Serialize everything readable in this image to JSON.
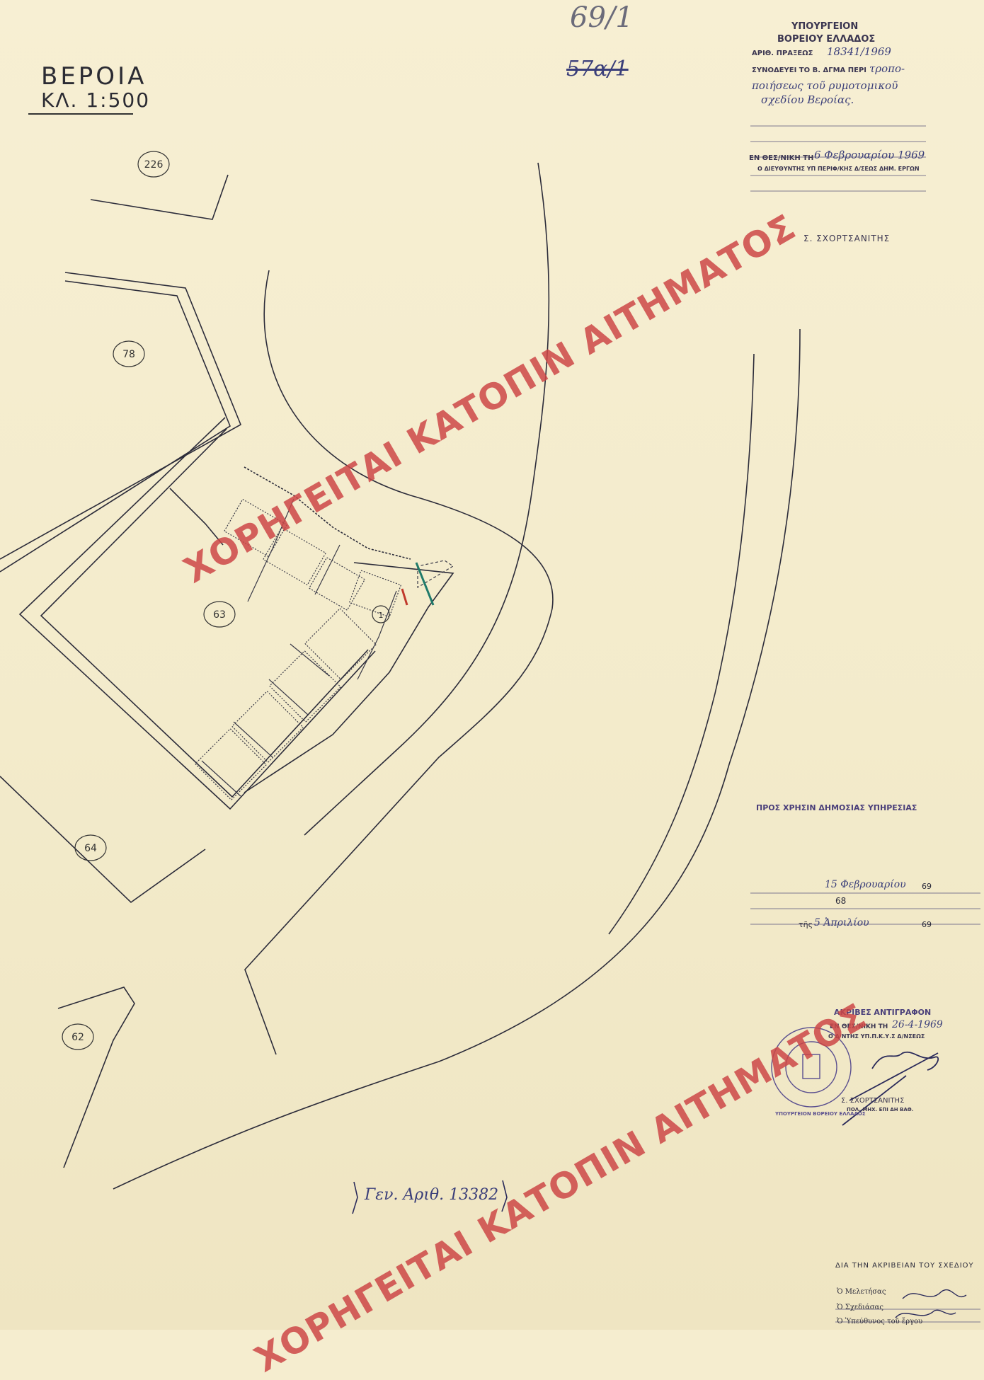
{
  "map": {
    "city": "ΒΕΡΟΙΑ",
    "scale": "ΚΛ. 1:500",
    "handwritten_ref": "69/1",
    "handwritten_ref_struck": "57α/1",
    "parcel_labels": [
      "226",
      "78",
      "63",
      "64",
      "62",
      "1"
    ]
  },
  "header_stamp": {
    "ministry_line1": "ΥΠΟΥΡΓΕΙΟΝ",
    "ministry_line2": "ΒΟΡΕΙΟΥ ΕΛΛΑΔΟΣ",
    "protocol_label": "ΑΡΙΘ. ΠΡΑΞΕΩΣ",
    "protocol_number": "18341/1969",
    "accompanies_label": "ΣΥΝΟΔΕΥΕΙ ΤΟ Β. ΔΓΜΑ ΠΕΡΙ",
    "accompanies_text1": "τροπο-",
    "accompanies_text2": "ποιήσεως τοῦ ρυμοτομικοῦ",
    "accompanies_text3": "σχεδίου Βεροίας.",
    "place_date_label": "ΕΝ ΘΕΣ/ΝΙΚΗ ΤΗ",
    "place_date_value": "6 Φεβρουαρίου 1969",
    "director_label": "Ο ΔΙΕΥΘΥΝΤΗΣ ΥΠ ΠΕΡΙΦ/ΚΗΣ Δ/ΣΕΩΣ ΔΗΜ. ΕΡΓΩΝ",
    "signatory": "Σ. ΣΧΟΡΤΣΑΝΙΤΗΣ"
  },
  "public_use": {
    "heading": "ΠΡΟΣ ΧΡΗΣΙΝ ΔΗΜΟΣΙΑΣ ΥΠΗΡΕΣΙΑΣ",
    "line1_date": "15 Φεβρουαρίου",
    "line1_year": "69",
    "line2_value": "68",
    "line3_prefix": "τῆς",
    "line3_date": "5 Ἀπριλίου",
    "line3_year": "69"
  },
  "copy_stamp": {
    "heading": "ΑΚΡΙΒΕΣ ΑΝΤΙΓΡΑΦΟΝ",
    "date_label": "ΕΝ ΘΕΣ/ΝΙΚΗ ΤΗ",
    "date_value": "26-4-1969",
    "role_label": "Ο Δ/ΝΤΗΣ ΥΠ.Π.Κ.Υ.Σ Δ/ΝΣΕΩΣ",
    "signatory": "Σ. ΣΧΟΡΤΣΑΝΙΤΗΣ",
    "signatory_sub": "ΠΟΛ. ΜΗΧ. ΕΠΙ ΔΗ ΒΑΘ.",
    "seal_text": "ΥΠΟΥΡΓΕΙΟΝ ΒΟΡΕΙΟΥ ΕΛΛΑΔΟΣ"
  },
  "footer": {
    "gen_number": "Γεν. Αριθ. 13382",
    "accuracy_heading": "ΔΙΑ ΤΗΝ ΑΚΡΙΒΕΙΑΝ ΤΟΥ ΣΧΕΔΙΟΥ",
    "designer_label": "Ὁ Μελετήσας",
    "drafter_label": "Ὁ Σχεδιάσας",
    "responsible_label": "Ὁ Ὑπεύθυνος τοῦ ἔργου"
  },
  "watermark": {
    "text": "ΧΟΡΗΓΕΙΤΑΙ ΚΑΤΟΠΙΝ ΑΙΤΗΜΑΤΟΣ",
    "color": "#cd4646"
  },
  "colors": {
    "paper": "#f5edcf",
    "ink": "#2a2a3a",
    "stamp_ink": "#4a3f7a",
    "red_mark": "#c0392b",
    "green_mark": "#1f7a6a"
  }
}
